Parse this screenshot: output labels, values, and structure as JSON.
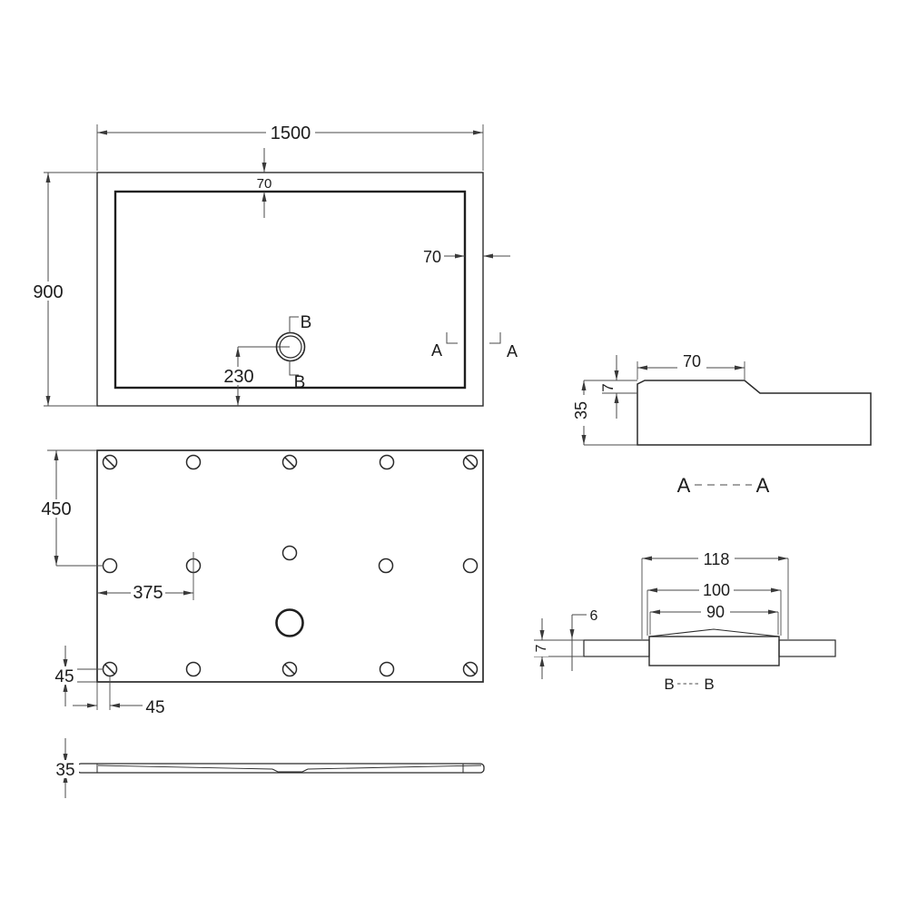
{
  "plan_view": {
    "overall_width": "1500",
    "overall_depth": "900",
    "top_rim": "70",
    "right_rim": "70",
    "waste_to_edge": "230",
    "section_b_top": "B",
    "section_b_bottom": "B",
    "section_a_left": "A",
    "section_a_right": "A"
  },
  "underside_view": {
    "row_spacing": "450",
    "column_spacing": "375",
    "vertical_edge_offset": "45",
    "horizontal_edge_offset": "45"
  },
  "profile_view": {
    "tray_height": "35"
  },
  "section_a": {
    "rim_width": "70",
    "rim_step_depth": "7",
    "tray_height": "35",
    "label_left": "A",
    "label_right": "A"
  },
  "section_b": {
    "waste_recess_outer": "118",
    "waste_recess_middle": "100",
    "waste_recess_inner": "90",
    "dome_rise": "6",
    "base_thickness": "7",
    "label_left": "B",
    "label_right": "B"
  }
}
